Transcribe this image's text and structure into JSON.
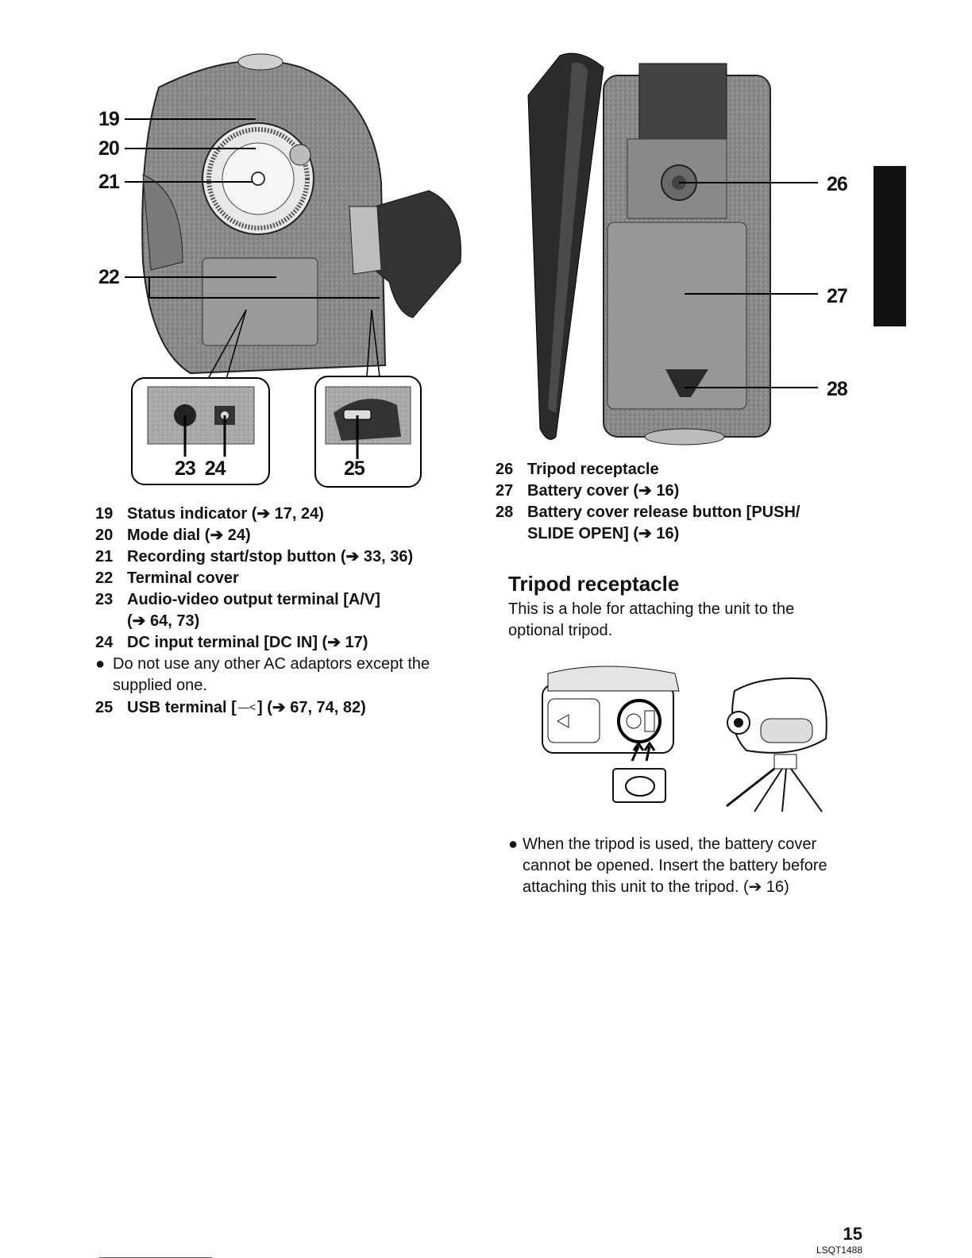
{
  "left_figure": {
    "callouts": [
      "19",
      "20",
      "21",
      "22"
    ],
    "inset_labels": [
      "23 24",
      "25"
    ]
  },
  "right_figure": {
    "callouts": [
      "26",
      "27",
      "28"
    ]
  },
  "left_list": [
    {
      "num": "19",
      "text": "Status indicator (➔ 17, 24)"
    },
    {
      "num": "20",
      "text": "Mode dial (➔ 24)"
    },
    {
      "num": "21",
      "text": "Recording start/stop button (➔ 33, 36)"
    },
    {
      "num": "22",
      "text": "Terminal cover"
    },
    {
      "num": "23",
      "text": "Audio-video output terminal [A/V]",
      "cont": "(➔ 64, 73)"
    },
    {
      "num": "24",
      "text": "DC input terminal [DC IN] (➔ 17)"
    }
  ],
  "left_bullet": {
    "line1": "Do not use any other AC adaptors except the",
    "line2": "supplied one."
  },
  "left_item_25": {
    "num": "25",
    "text_before": "USB terminal [",
    "text_after": "] (➔ 67, 74, 82)"
  },
  "right_list": [
    {
      "num": "26",
      "text": "Tripod receptacle"
    },
    {
      "num": "27",
      "text": "Battery cover (➔ 16)"
    },
    {
      "num": "28",
      "text": "Battery cover release button [PUSH/",
      "cont": "SLIDE OPEN] (➔ 16)"
    }
  ],
  "tripod_section": {
    "title": "Tripod receptacle",
    "line1": "This is a hole for attaching the unit to the",
    "line2": "optional tripod.",
    "bullet1": "When the tripod is used, the battery cover",
    "bullet2": "cannot be opened. Insert the battery before",
    "bullet3": "attaching this unit to the tripod. (➔ 16)"
  },
  "footer": {
    "page_number": "15",
    "doc_code": "LSQT1488"
  },
  "icons": [
    "usb-icon",
    "arrow-icon",
    "bullet-icon"
  ]
}
